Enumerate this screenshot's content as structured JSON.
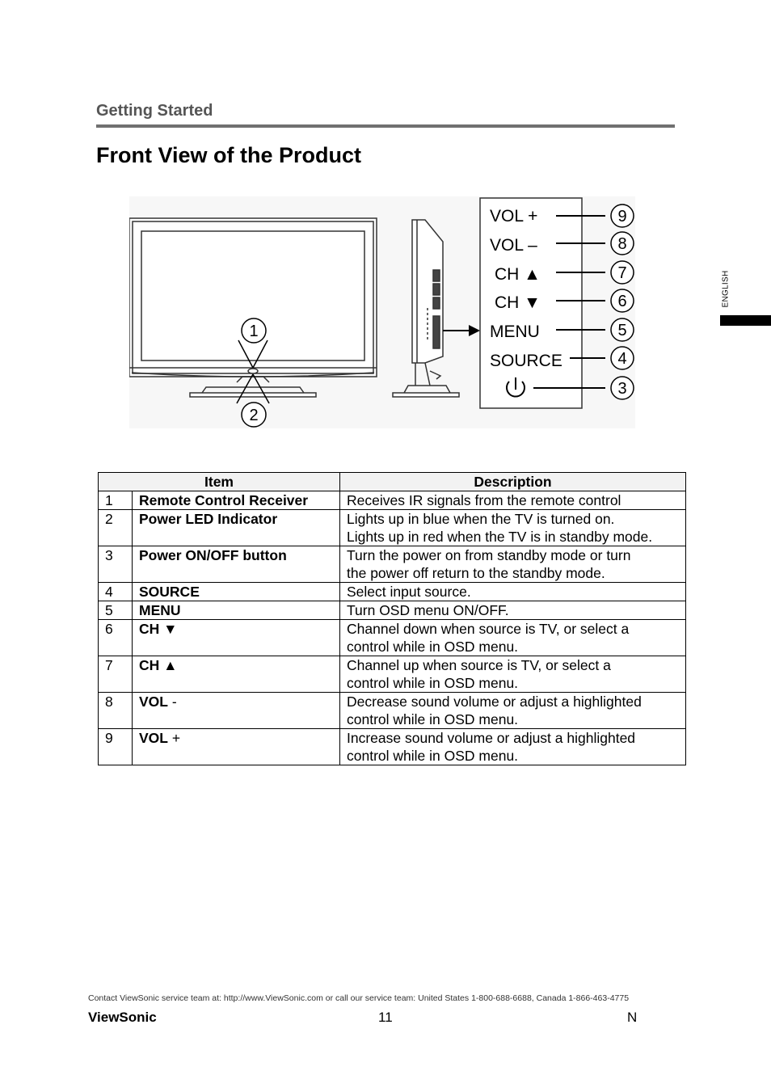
{
  "header": {
    "section": "Getting Started",
    "title": "Front View of the Product"
  },
  "language_tab": "ENGLISH",
  "diagram": {
    "callouts": [
      {
        "num": "9",
        "label": "VOL +"
      },
      {
        "num": "8",
        "label": "VOL –"
      },
      {
        "num": "7",
        "label": "CH ▲"
      },
      {
        "num": "6",
        "label": "CH ▼"
      },
      {
        "num": "5",
        "label": "MENU"
      },
      {
        "num": "4",
        "label": "SOURCE"
      },
      {
        "num": "3",
        "label": "power-icon"
      }
    ],
    "front_markers": [
      "1",
      "2"
    ]
  },
  "table": {
    "headers": {
      "item": "Item",
      "description": "Description"
    },
    "rows": [
      {
        "num": "1",
        "name": "Remote Control Receiver",
        "sym": "",
        "desc": [
          "Receives IR signals from the remote control"
        ]
      },
      {
        "num": "2",
        "name": "Power LED Indicator",
        "sym": "",
        "desc": [
          "Lights up in blue when the TV is turned on.",
          "Lights up in red when the TV is in standby mode."
        ]
      },
      {
        "num": "3",
        "name": "Power ON/OFF button",
        "sym": "",
        "desc": [
          "Turn the power on from standby mode or turn",
          "the power off return to the standby mode."
        ]
      },
      {
        "num": "4",
        "name": "SOURCE",
        "sym": "",
        "desc": [
          "Select input source."
        ]
      },
      {
        "num": "5",
        "name": "MENU",
        "sym": "",
        "desc": [
          "Turn OSD menu ON/OFF."
        ]
      },
      {
        "num": "6",
        "name": "CH ▼",
        "sym": "",
        "desc": [
          "Channel down when source is TV, or select a",
          "control while in OSD menu."
        ]
      },
      {
        "num": "7",
        "name": "CH ▲",
        "sym": "",
        "desc": [
          "Channel up when source is TV, or select a",
          "control while in OSD menu."
        ]
      },
      {
        "num": "8",
        "name": "VOL",
        "sym": " -",
        "desc": [
          "Decrease sound volume or adjust a highlighted",
          "control while in OSD menu."
        ]
      },
      {
        "num": "9",
        "name": "VOL",
        "sym": " +",
        "desc": [
          "Increase sound volume or adjust a highlighted",
          "control while in OSD menu."
        ]
      }
    ]
  },
  "footer": {
    "contact": "Contact ViewSonic service team at: http://www.ViewSonic.com or call our service team: United States 1-800-688-6688, Canada 1-866-463-4775",
    "brand": "ViewSonic",
    "page": "11",
    "letter": "N"
  }
}
